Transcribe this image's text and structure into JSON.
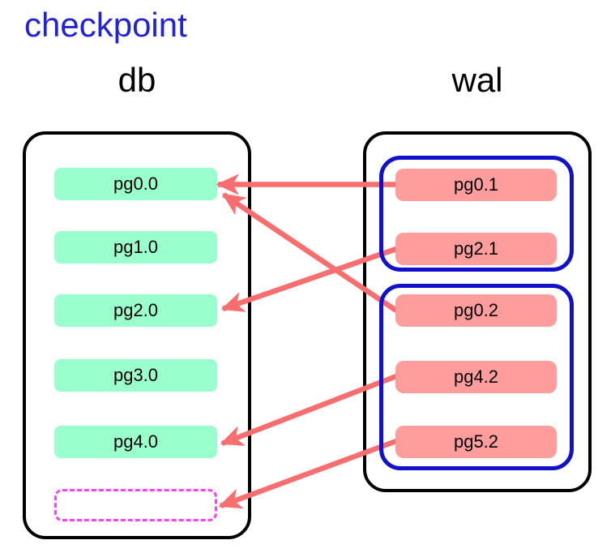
{
  "title": "checkpoint",
  "colors": {
    "title_blue": "#2222D6",
    "db_page_green": "#99FFCC",
    "wal_page_pink": "#FF9C9C",
    "arrow_salmon": "#F86E6E",
    "wal_group_blue": "#1111CC",
    "empty_slot_magenta": "#FF3DFF",
    "container_border": "#000000"
  },
  "db": {
    "label": "db",
    "pages": [
      "pg0.0",
      "pg1.0",
      "pg2.0",
      "pg3.0",
      "pg4.0"
    ],
    "empty_slot": ""
  },
  "wal": {
    "label": "wal",
    "groups": [
      {
        "pages": [
          "pg0.1",
          "pg2.1"
        ]
      },
      {
        "pages": [
          "pg0.2",
          "pg4.2",
          "pg5.2"
        ]
      }
    ]
  },
  "arrows": [
    {
      "from": "pg0.1",
      "to": "pg0.0"
    },
    {
      "from": "pg2.1",
      "to": "pg2.0"
    },
    {
      "from": "pg0.2",
      "to": "pg0.0"
    },
    {
      "from": "pg4.2",
      "to": "pg4.0"
    },
    {
      "from": "pg5.2",
      "to": "empty-slot"
    }
  ]
}
